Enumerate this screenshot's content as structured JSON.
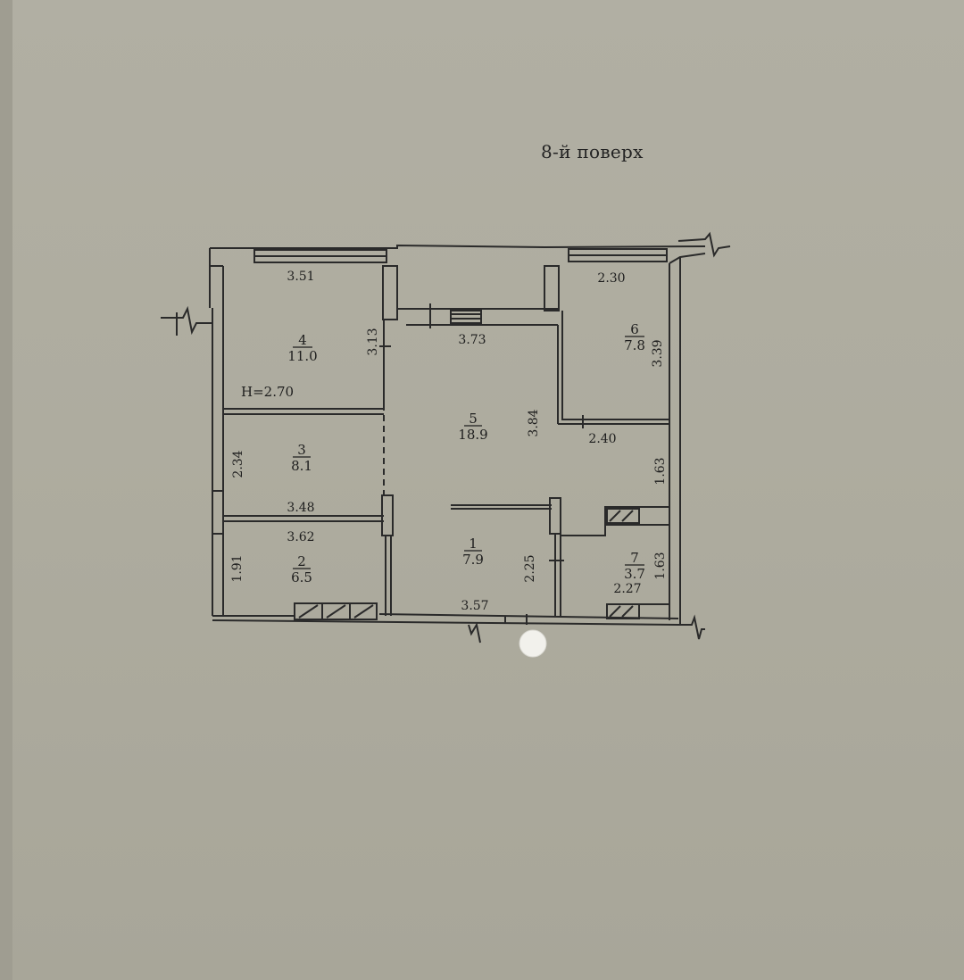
{
  "floor": {
    "title": "8-й поверх",
    "height_mark": "H=2.70"
  },
  "rooms": [
    {
      "number": "4",
      "area": "11.0"
    },
    {
      "number": "3",
      "area": "8.1"
    },
    {
      "number": "2",
      "area": "6.5"
    },
    {
      "number": "5",
      "area": "18.9"
    },
    {
      "number": "1",
      "area": "7.9"
    },
    {
      "number": "6",
      "area": "7.8"
    },
    {
      "number": "7",
      "area": "3.7"
    }
  ],
  "dimensions": {
    "d351": "3.51",
    "d313": "3.13",
    "d373": "3.73",
    "d230": "2.30",
    "d339": "3.39",
    "d234": "2.34",
    "d348": "3.48",
    "d362": "3.62",
    "d191": "1.91",
    "d384": "3.84",
    "d240": "2.40",
    "d163a": "1.63",
    "d225": "2.25",
    "d357": "3.57",
    "d227": "2.27",
    "d163b": "1.63"
  },
  "colors": {
    "paper": "#aeac9f",
    "ink": "#2a2a2a"
  }
}
